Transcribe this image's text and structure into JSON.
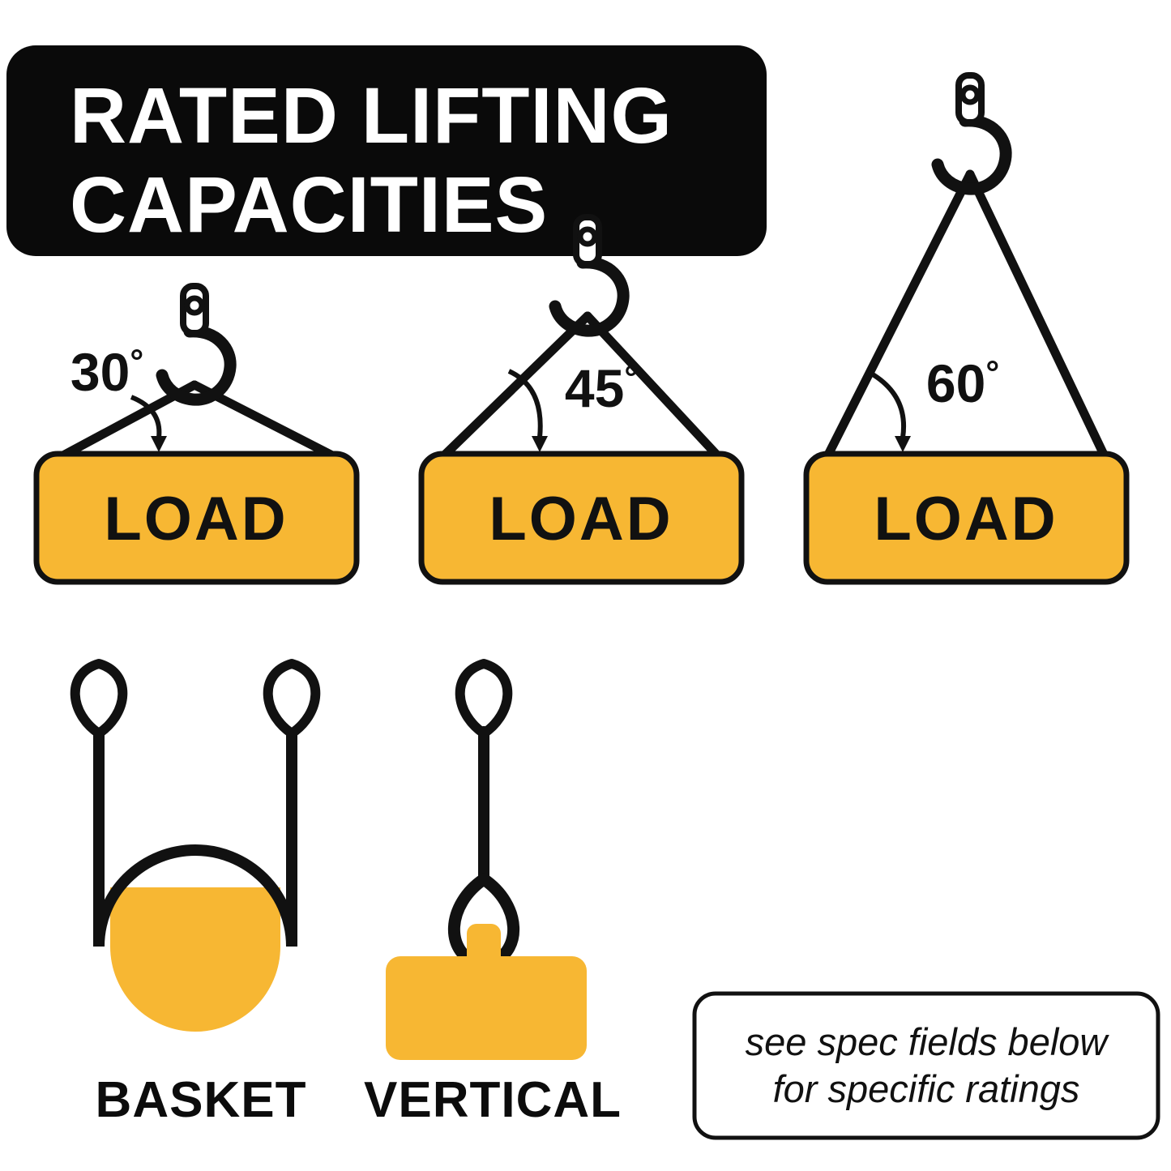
{
  "colors": {
    "accent": "#F7B733",
    "ink": "#111111",
    "paper": "#FFFFFF",
    "header_bg": "#0A0A0A"
  },
  "header": {
    "title_line1": "RATED LIFTING",
    "title_line2": "CAPACITIES"
  },
  "sling_diagrams": [
    {
      "angle_value": "30",
      "degree_symbol": "°",
      "load_label": "LOAD"
    },
    {
      "angle_value": "45",
      "degree_symbol": "°",
      "load_label": "LOAD"
    },
    {
      "angle_value": "60",
      "degree_symbol": "°",
      "load_label": "LOAD"
    }
  ],
  "hitch_labels": {
    "basket": "BASKET",
    "vertical": "VERTICAL"
  },
  "note": {
    "line1": "see spec fields below",
    "line2": "for specific ratings"
  }
}
